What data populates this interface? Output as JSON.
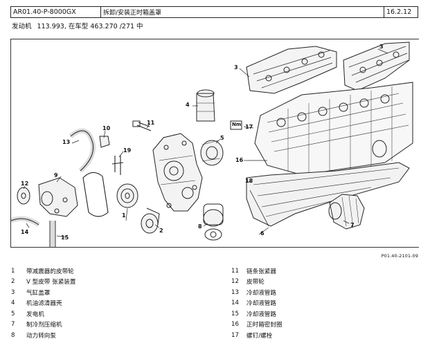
{
  "header": {
    "doc_code": "AR01.40-P-8000GX",
    "title": "拆卸/安装正时箱盖罩",
    "date": "16.2.12"
  },
  "engine_line": {
    "label": "发动机",
    "engine": "113.993, 在车型 463.270 /271 中"
  },
  "figure": {
    "callouts": [
      "1",
      "2",
      "3",
      "3",
      "4",
      "5",
      "6",
      "7",
      "8",
      "9",
      "10",
      "11",
      "12",
      "13",
      "14",
      "15",
      "16",
      "17",
      "18",
      "19"
    ],
    "nm_label": "Nm",
    "reference": "P01.40-2101-09"
  },
  "legend_left": [
    {
      "num": "1",
      "text": "带减震器的皮带轮"
    },
    {
      "num": "2",
      "text": "V 型皮带  张紧装置"
    },
    {
      "num": "3",
      "text": "气缸盖罩"
    },
    {
      "num": "4",
      "text": "机油滤清器壳"
    },
    {
      "num": "5",
      "text": "发电机"
    },
    {
      "num": "7",
      "text": "制冷剂压缩机"
    },
    {
      "num": "8",
      "text": "动力转向泵"
    }
  ],
  "legend_right": [
    {
      "num": "11",
      "text": "链条张紧器"
    },
    {
      "num": "12",
      "text": "皮带轮"
    },
    {
      "num": "13",
      "text": "冷却液管路"
    },
    {
      "num": "14",
      "text": "冷却液管路"
    },
    {
      "num": "15",
      "text": "冷却液管路"
    },
    {
      "num": "16",
      "text": "正时箱密封圈"
    },
    {
      "num": "17",
      "text": "螺钉/螺栓"
    }
  ]
}
